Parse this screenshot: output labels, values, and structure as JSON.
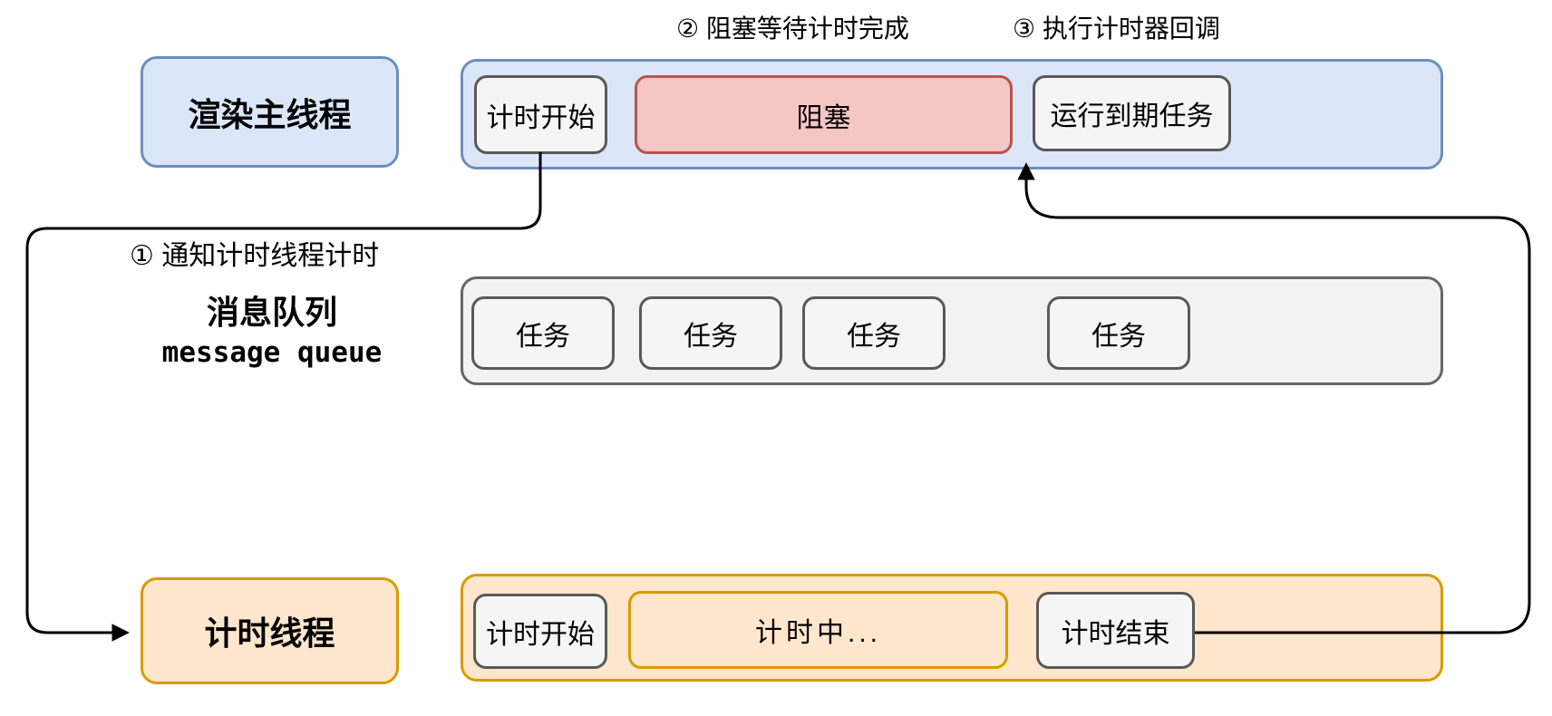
{
  "annotations": {
    "step1": "① 通知计时线程计时",
    "step2": "② 阻塞等待计时完成",
    "step3": "③ 执行计时器回调"
  },
  "render_thread": {
    "label": "渲染主线程",
    "timer_start": "计时开始",
    "blocked": "阻塞",
    "run_due_tasks": "运行到期任务"
  },
  "queue": {
    "label_zh": "消息队列",
    "label_en": "message queue",
    "tasks": [
      "任务",
      "任务",
      "任务",
      "任务"
    ]
  },
  "timer_thread": {
    "label": "计时线程",
    "timer_start": "计时开始",
    "timing": "计时中...",
    "timer_end": "计时结束"
  },
  "colors": {
    "blue_fill": "#dbe7f9",
    "blue_border": "#6c8ebf",
    "red_fill": "#f5c7c4",
    "red_border": "#b85450",
    "gray_fill": "#f5f5f5",
    "gray_border": "#595959",
    "orange_fill": "#ffe6cc",
    "orange_border": "#d79b00",
    "connector": "#000000"
  }
}
